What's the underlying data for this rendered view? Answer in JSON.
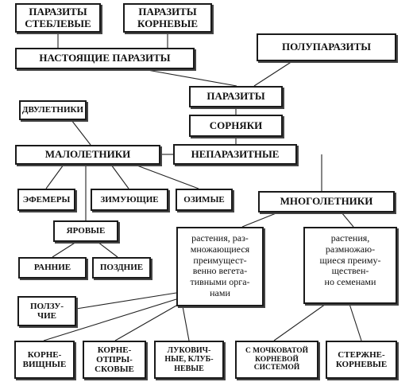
{
  "nodes": {
    "parasites_stem": "ПАРАЗИТЫ\nСТЕБЛЕВЫЕ",
    "parasites_root": "ПАРАЗИТЫ\nКОРНЕВЫЕ",
    "true_parasites": "НАСТОЯЩИЕ ПАРАЗИТЫ",
    "semiparasites": "ПОЛУПАРАЗИТЫ",
    "parasites": "ПАРАЗИТЫ",
    "weeds": "СОРНЯКИ",
    "biennials": "ДВУЛЕТНИКИ",
    "annuals": "МАЛОЛЕТНИКИ",
    "nonparasitic": "НЕПАРАЗИТНЫЕ",
    "ephemers": "ЭФЕМЕРЫ",
    "wintering": "ЗИМУЮЩИЕ",
    "winter": "ОЗИМЫЕ",
    "perennials": "МНОГОЛЕТНИКИ",
    "spring": "ЯРОВЫЕ",
    "early": "РАННИЕ",
    "late": "ПОЗДНИЕ",
    "vegetative": "растения, раз-\nмножающиеся\nпреимущест-\nвенно вегета-\nтивными орга-\nнами",
    "seeds": "растения,\nразмножаю-\nщиеся преиму-\nществен-\nно семенами",
    "creeping": "ПОЛЗУ-\nЧИЕ",
    "rhizome": "КОРНЕ-\nВИЩНЫЕ",
    "root_sucker": "КОРНЕ-\nОТПРЫ-\nСКОВЫЕ",
    "bulb_tuber": "ЛУКОВИЧ-\nНЫЕ, КЛУБ-\nНЕВЫЕ",
    "fibrous": "С МОЧКОВАТОЙ\nКОРНЕВОЙ\nСИСТЕМОЙ",
    "taproot": "СТЕРЖНЕ-\nКОРНЕВЫЕ"
  }
}
